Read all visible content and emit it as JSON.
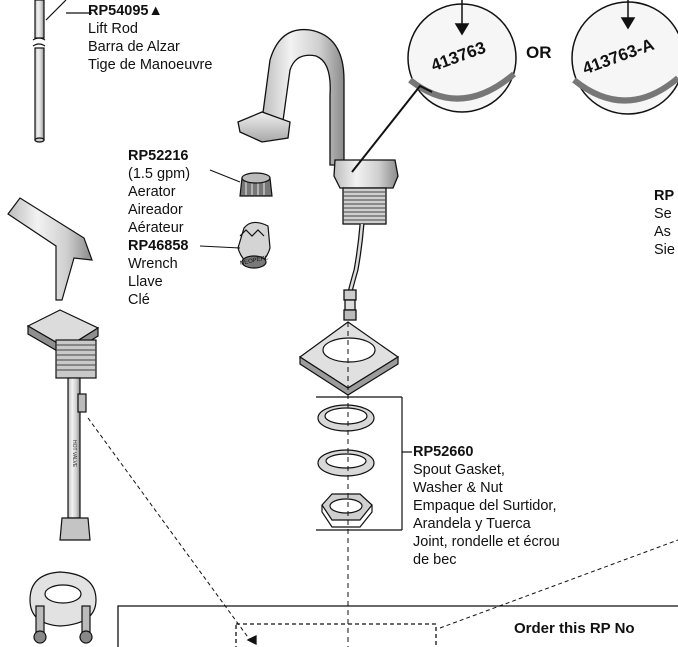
{
  "colors": {
    "ink": "#111111",
    "metal": "#d9d9d9",
    "metal_dark": "#9a9a9a",
    "shadow": "#555555"
  },
  "lift_rod": {
    "part_no": "RP54095",
    "marker": "▲",
    "en": "Lift Rod",
    "es": "Barra de Alzar",
    "fr": "Tige de Manoeuvre"
  },
  "aerator": {
    "part_no": "RP52216",
    "flow": "(1.5 gpm)",
    "en": "Aerator",
    "es": "Aireador",
    "fr": "Aérateur"
  },
  "wrench": {
    "part_no": "RP46858",
    "en": "Wrench",
    "es": "Llave",
    "fr": "Clé",
    "stamp": "NEOPERL"
  },
  "spout_gasket": {
    "part_no": "RP52660",
    "lines": [
      "Spout Gasket,",
      "Washer & Nut",
      "Empaque del Surtidor,",
      "Arandela y Tuerca",
      "Joint, rondelle et écrou",
      "de bec"
    ]
  },
  "seat_partial": {
    "part_no": "RP",
    "lines": [
      "Se",
      "As",
      "Sie"
    ]
  },
  "model_callouts": {
    "left": "413763",
    "or": "OR",
    "right": "413763-A"
  },
  "handle_stamp": "HOT VALVE",
  "order_box": {
    "title": "Order this RP No"
  }
}
